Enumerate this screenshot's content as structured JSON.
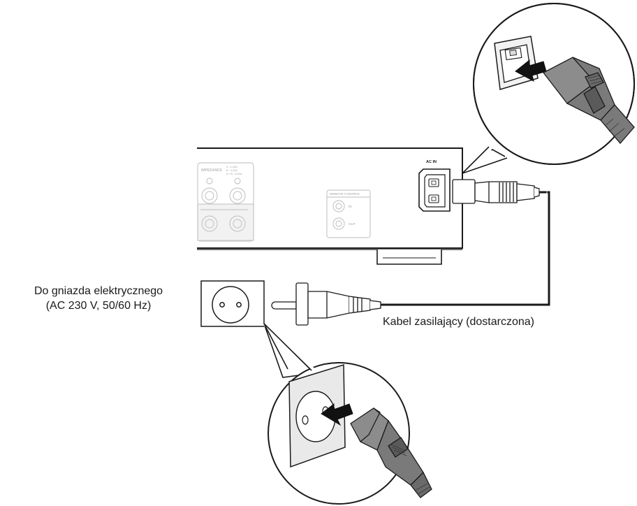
{
  "labels": {
    "outlet_line1": "Do gniazda elektrycznego",
    "outlet_line2": "(AC 230 V, 50/60 Hz)",
    "power_cord": "Kabel zasilający (dostarczona)"
  },
  "panel": {
    "ac_in": "AC IN",
    "remote_control": "REMOTE CONTROL",
    "remote_in": "IN",
    "remote_out": "OUT",
    "impedance": "IMPEDANCE",
    "imp_a": "A : 4-16Ω",
    "imp_b": "B : 4-16Ω",
    "imp_ab": "A + B : 8-16Ω"
  },
  "colors": {
    "line": "#1a1a1a",
    "plug_gray": "#8c8c8c",
    "plug_dark": "#5a5a5a",
    "faded": "#c8c8c8",
    "arrow": "#111111"
  }
}
